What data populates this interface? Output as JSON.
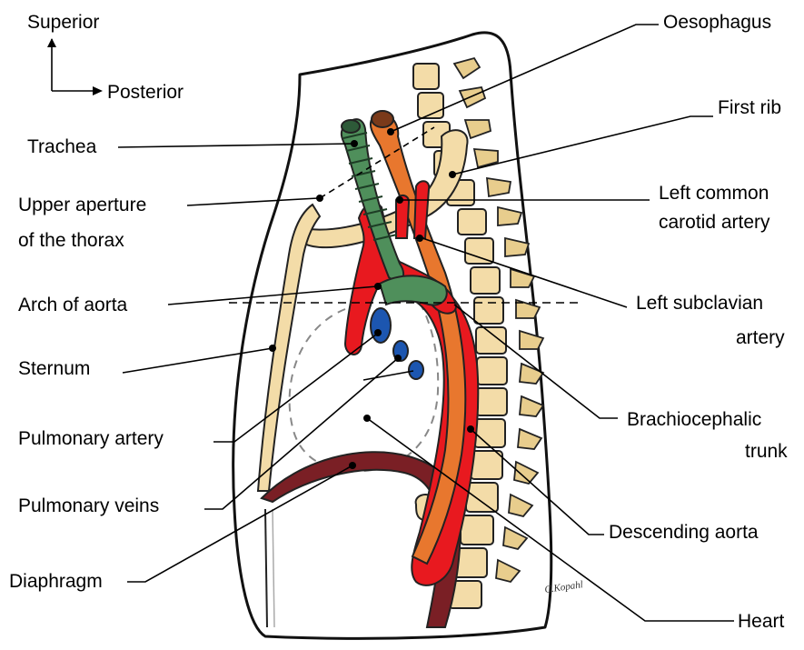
{
  "orientation": {
    "superior": "Superior",
    "posterior": "Posterior"
  },
  "labels": {
    "oesophagus": "Oesophagus",
    "first_rib": "First rib",
    "left_common_carotid_1": "Left common",
    "left_common_carotid_2": "carotid artery",
    "trachea": "Trachea",
    "upper_aperture_1": "Upper aperture",
    "upper_aperture_2": "of the thorax",
    "arch_of_aorta": "Arch of aorta",
    "left_subclavian_1": "Left subclavian",
    "left_subclavian_2": "artery",
    "sternum": "Sternum",
    "brachiocephalic_1": "Brachiocephalic",
    "brachiocephalic_2": "trunk",
    "pulmonary_artery": "Pulmonary artery",
    "pulmonary_veins": "Pulmonary veins",
    "descending_aorta": "Descending aorta",
    "diaphragm": "Diaphragm",
    "heart": "Heart"
  },
  "signature": "C.Kopahl",
  "colors": {
    "trachea": "#4f8f5b",
    "oesophagus": "#e8772e",
    "aorta": "#e8191f",
    "pulmonary": "#1c56b0",
    "bone": "#f3dca8",
    "diaphragm": "#7a1f25"
  }
}
